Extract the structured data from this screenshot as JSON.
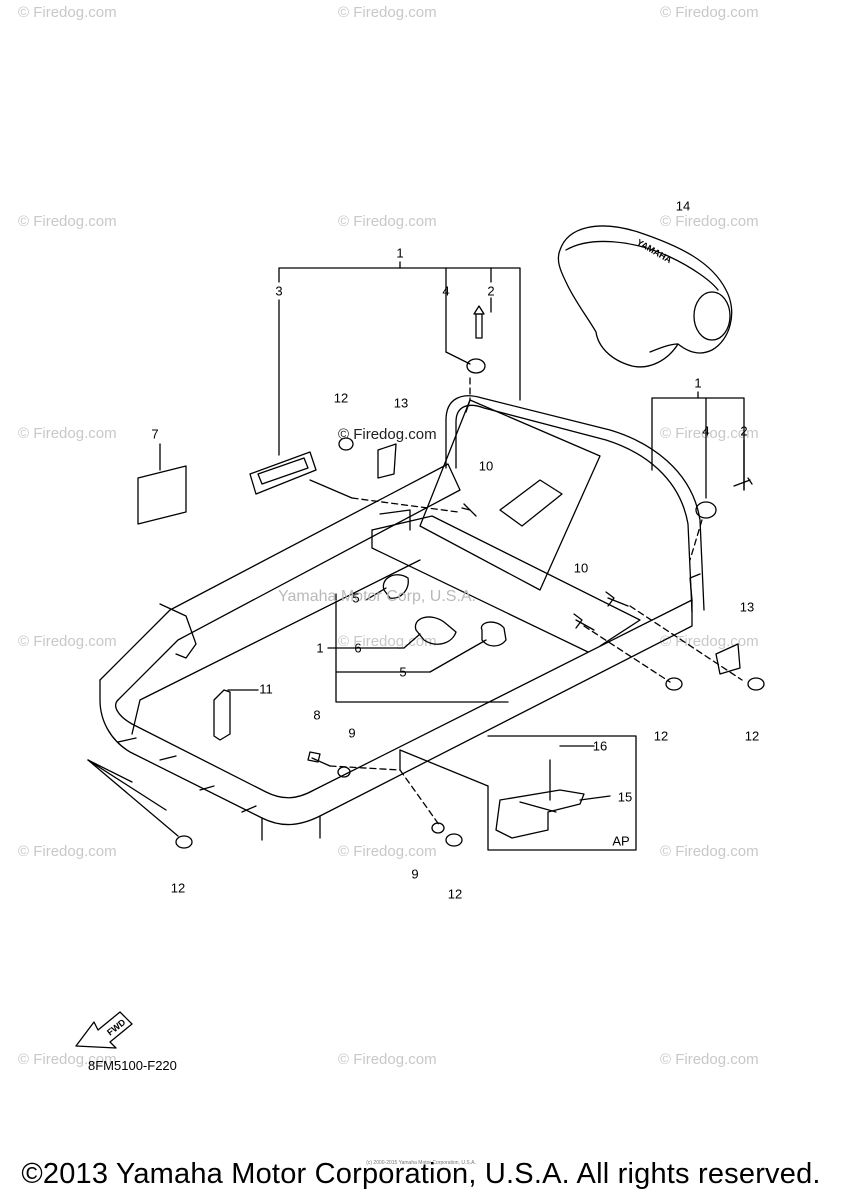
{
  "watermark": {
    "text": "© Firedog.com",
    "overlay_text": "© Firedog.com"
  },
  "faint_overlay": "Yamaha Motor Corp, U.S.A.",
  "callouts": {
    "c14": "14",
    "c1a": "1",
    "c3": "3",
    "c4a": "4",
    "c2a": "2",
    "c1b": "1",
    "c4b": "4",
    "c2b": "2",
    "c7": "7",
    "c12a": "12",
    "c13a": "13",
    "c10a": "10",
    "c10b": "10",
    "c13b": "13",
    "c5a": "5",
    "c1c": "1",
    "c6": "6",
    "c5b": "5",
    "c11": "11",
    "c8": "8",
    "c9a": "9",
    "c16": "16",
    "c15": "15",
    "cAP": "AP",
    "c12b": "12",
    "c12c": "12",
    "c12d": "12",
    "c9b": "9",
    "c12e": "12"
  },
  "seat_logo": "YAMAHA",
  "fwd_label": "FWD",
  "diagram_ref": "8FM5100-F220",
  "copyright": "©2013 Yamaha Motor Corporation, U.S.A. All rights reserved.",
  "copyright_small": "(c) 2000-2015 Yamaha Motor Corporation, U.S.A."
}
